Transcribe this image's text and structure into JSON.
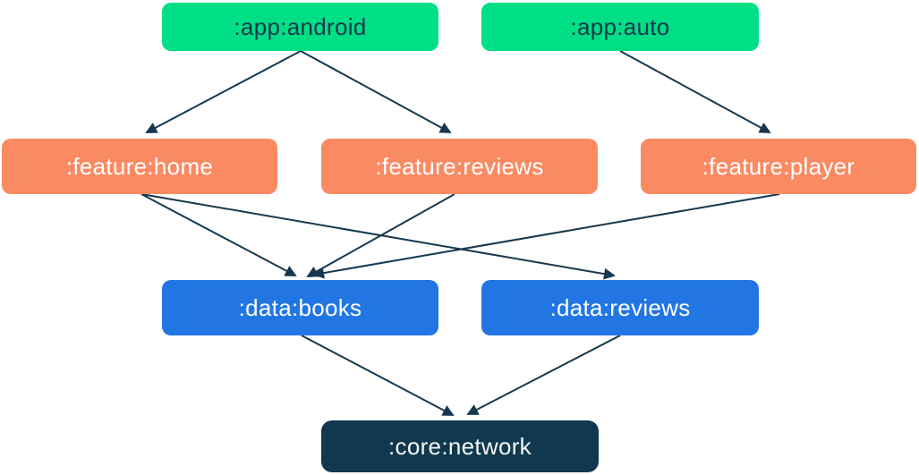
{
  "diagram": {
    "type": "module-dependency-graph",
    "nodes": [
      {
        "id": "app-android",
        "label": ":app:android",
        "group": "app",
        "fill": "#00DF86",
        "text_color": "#14384D"
      },
      {
        "id": "app-auto",
        "label": ":app:auto",
        "group": "app",
        "fill": "#00DF86",
        "text_color": "#14384D"
      },
      {
        "id": "feature-home",
        "label": ":feature:home",
        "group": "feature",
        "fill": "#FA8A62",
        "text_color": "#FFFFFF"
      },
      {
        "id": "feature-reviews",
        "label": ":feature:reviews",
        "group": "feature",
        "fill": "#FA8A62",
        "text_color": "#FFFFFF"
      },
      {
        "id": "feature-player",
        "label": ":feature:player",
        "group": "feature",
        "fill": "#FA8A62",
        "text_color": "#FFFFFF"
      },
      {
        "id": "data-books",
        "label": ":data:books",
        "group": "data",
        "fill": "#2276E4",
        "text_color": "#FFFFFF"
      },
      {
        "id": "data-reviews",
        "label": ":data:reviews",
        "group": "data",
        "fill": "#2276E4",
        "text_color": "#FFFFFF"
      },
      {
        "id": "core-network",
        "label": ":core:network",
        "group": "core",
        "fill": "#11384E",
        "text_color": "#F4F7F8"
      }
    ],
    "edges": [
      {
        "from": ":app:android",
        "to": ":feature:home"
      },
      {
        "from": ":app:android",
        "to": ":feature:reviews"
      },
      {
        "from": ":app:auto",
        "to": ":feature:player"
      },
      {
        "from": ":feature:home",
        "to": ":data:books"
      },
      {
        "from": ":feature:home",
        "to": ":data:reviews"
      },
      {
        "from": ":feature:reviews",
        "to": ":data:books"
      },
      {
        "from": ":feature:player",
        "to": ":data:books"
      },
      {
        "from": ":data:books",
        "to": ":core:network"
      },
      {
        "from": ":data:reviews",
        "to": ":core:network"
      }
    ],
    "colors": {
      "app_node": "#00DF86",
      "feature_node": "#FA8A62",
      "data_node": "#2276E4",
      "core_node": "#11384E",
      "arrow": "#16384E",
      "app_text": "#14384D",
      "light_text": "#FFFFFF",
      "background": "#FFFFFF"
    }
  }
}
